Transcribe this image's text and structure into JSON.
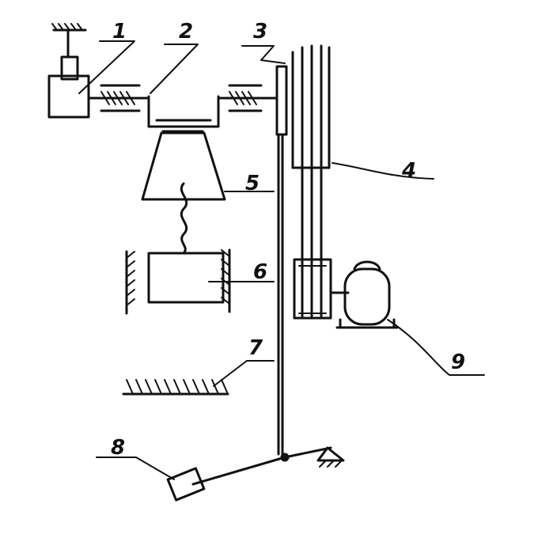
{
  "diagram": {
    "labels": {
      "l1": "1",
      "l2": "2",
      "l3": "3",
      "l4": "4",
      "l5": "5",
      "l6": "6",
      "l7": "7",
      "l8": "8",
      "l9": "9"
    },
    "colors": {
      "ink": "#111111",
      "paper": "#ffffff"
    }
  }
}
